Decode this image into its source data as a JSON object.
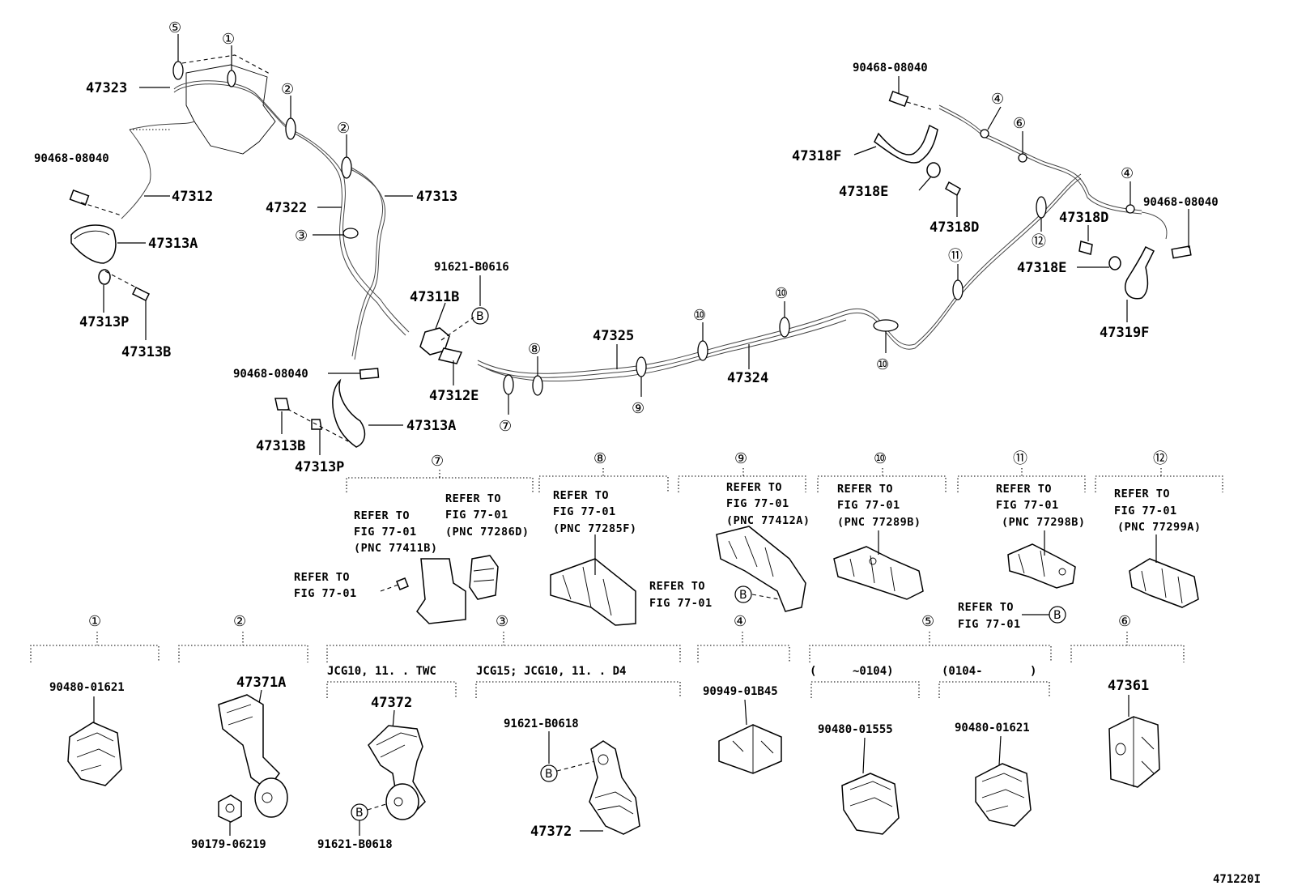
{
  "labels": {
    "p47323": "47323",
    "p90468_a": "90468-08040",
    "p47312": "47312",
    "p47313a_top": "47313A",
    "p47313p_top": "47313P",
    "p47313b_top": "47313B",
    "p47322": "47322",
    "p47313": "47313",
    "p91621_b0616": "91621-B0616",
    "p47311b": "47311B",
    "p47312e": "47312E",
    "p90468_b": "90468-08040",
    "p47313a_bot": "47313A",
    "p47313b_bot": "47313B",
    "p47313p_bot": "47313P",
    "p47325": "47325",
    "p47324": "47324",
    "p90468_c": "90468-08040",
    "p47318f": "47318F",
    "p47318e_top": "47318E",
    "p47318d_top": "47318D",
    "p90468_d": "90468-08040",
    "p47318d_bot": "47318D",
    "p47318e_bot": "47318E",
    "p47319f": "47319F",
    "p90480_01621_a": "90480-01621",
    "p47371a": "47371A",
    "p90179_06219": "90179-06219",
    "p47372_a": "47372",
    "p91621_b0618_a": "91621-B0618",
    "p91621_b0618_b": "91621-B0618",
    "p47372_b": "47372",
    "p90949_01b45": "90949-01B45",
    "p90480_01555": "90480-01555",
    "p90480_01621_b": "90480-01621",
    "p47361": "47361",
    "jcg_twc": "JCG10, 11. . TWC",
    "jcg_d4": "JCG15; JCG10, 11. . D4",
    "range_a_open": "(",
    "range_a_code": "~0104)",
    "range_b_code": "(0104-",
    "range_b_close": ")",
    "fig_id": "471220I"
  },
  "callouts": {
    "c1": "①",
    "c2": "②",
    "c3": "③",
    "c4": "④",
    "c5": "⑤",
    "c6": "⑥",
    "c7": "⑦",
    "c8": "⑧",
    "c9": "⑨",
    "c10": "⑩",
    "c11": "⑪",
    "c12": "⑫",
    "b": "B"
  },
  "refs": {
    "refer_to": "REFER TO",
    "fig": "FIG 77-01",
    "pnc_77411b": "(PNC 77411B)",
    "pnc_77286d": "(PNC 77286D)",
    "pnc_77285f": "(PNC 77285F)",
    "pnc_77412a": "(PNC 77412A)",
    "pnc_77289b": "(PNC 77289B)",
    "pnc_77298b": "(PNC 77298B)",
    "pnc_77299a": "(PNC 77299A)"
  }
}
